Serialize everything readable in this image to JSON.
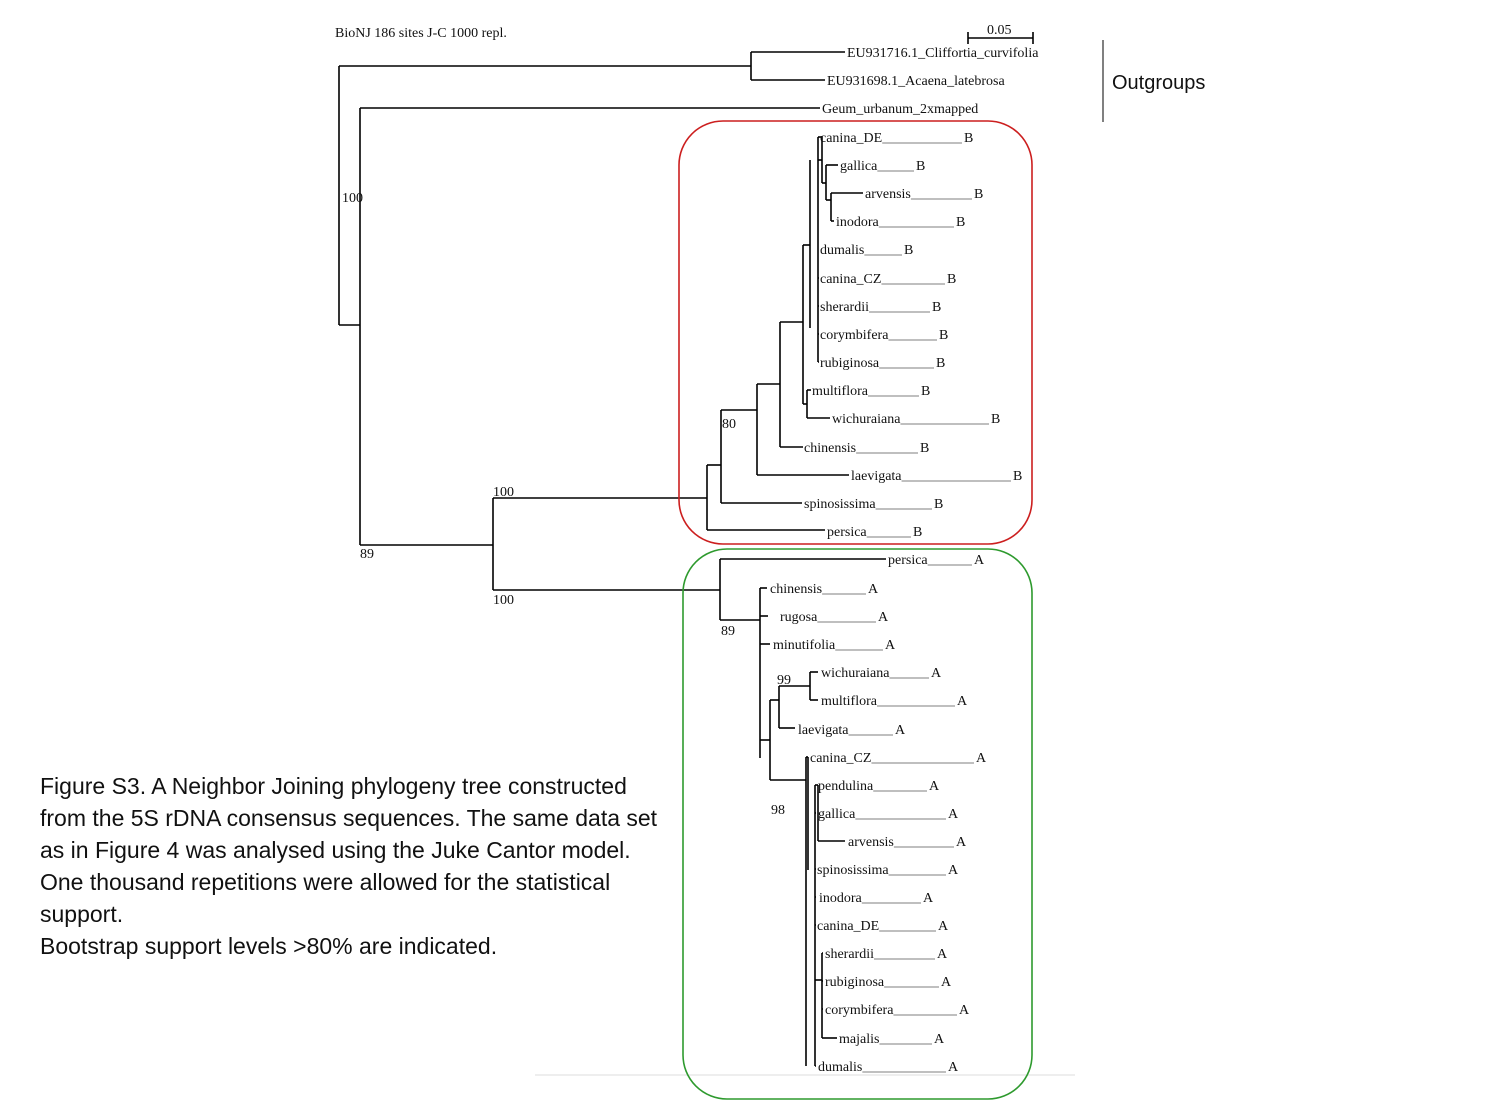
{
  "tree_title": "BioNJ 186 sites J-C 1000 repl.",
  "scale_bar": {
    "label": "0.05"
  },
  "outgroups_label": "Outgroups",
  "outgroups": [
    "EU931716.1_Cliffortia_curvifolia",
    "EU931698.1_Acaena_latebrosa",
    "Geum_urbanum_2xmapped"
  ],
  "clade_b": {
    "color": "#cc1f1f",
    "suffix": "B",
    "taxa": [
      "canina_DE",
      "gallica",
      "arvensis",
      "inodora",
      "dumalis",
      "canina_CZ",
      "sherardii",
      "corymbifera",
      "rubiginosa",
      "multiflora",
      "wichuraiana",
      "chinensis",
      "laevigata",
      "spinosissima",
      "persica"
    ]
  },
  "clade_a": {
    "color": "#2e9a2e",
    "suffix": "A",
    "taxa": [
      "persica",
      "chinensis",
      "rugosa",
      "minutifolia",
      "wichuraiana",
      "multiflora",
      "laevigata",
      "canina_CZ",
      "pendulina",
      "gallica",
      "arvensis",
      "spinosissima",
      "inodora",
      "canina_DE",
      "sherardii",
      "rubiginosa",
      "corymbifera",
      "majalis",
      "dumalis"
    ]
  },
  "bootstrap": [
    "100",
    "100",
    "89",
    "100",
    "80",
    "89",
    "99",
    "98"
  ],
  "caption": [
    "Figure S3. A Neighbor Joining phylogeny tree constructed",
    "from the 5S rDNA consensus sequences. The same data set",
    "as in Figure 4 was analysed using the Juke Cantor model.",
    "One thousand repetitions were allowed for the statistical",
    "support.",
    "Bootstrap support levels >80% are indicated."
  ]
}
